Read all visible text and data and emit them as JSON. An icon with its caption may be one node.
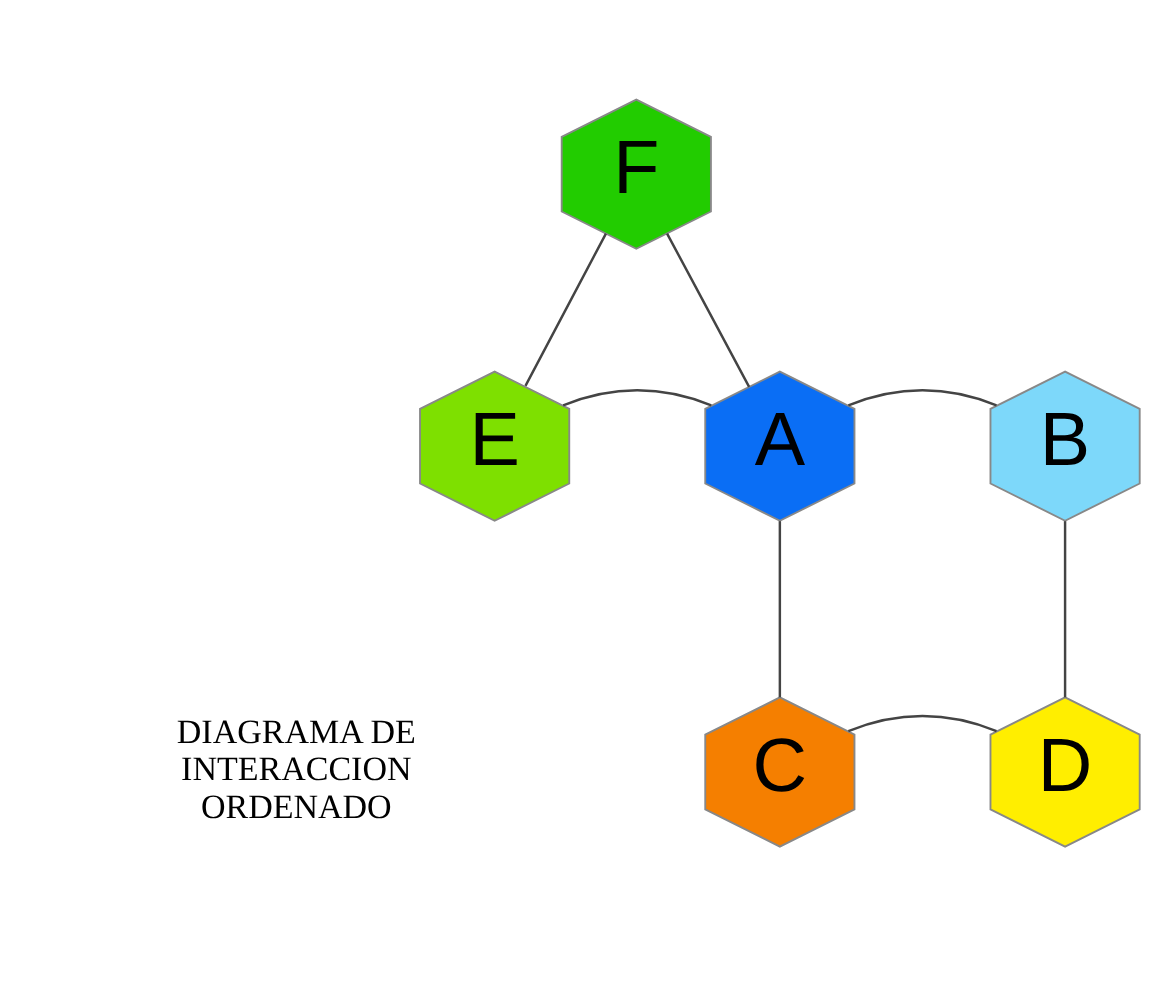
{
  "diagram": {
    "nodes": [
      {
        "text": [
          "F"
        ]
      },
      {
        "text": [
          "E"
        ]
      },
      {
        "text": [
          "A"
        ]
      },
      {
        "text": [
          "B"
        ]
      },
      {
        "text": [
          "C"
        ]
      },
      {
        "text": [
          "D"
        ]
      }
    ],
    "edges": [
      {
        "from": 0,
        "to": 1,
        "arrow": "none"
      },
      {
        "from": 0,
        "to": 2,
        "arrow": "none"
      },
      {
        "from": 1,
        "to": 2,
        "arrow": "none"
      },
      {
        "from": 2,
        "to": 3,
        "arrow": "none"
      },
      {
        "from": 2,
        "to": 4,
        "arrow": "none"
      },
      {
        "from": 3,
        "to": 5,
        "arrow": "none"
      },
      {
        "from": 4,
        "to": 5,
        "arrow": "none"
      }
    ],
    "labels": [
      "DIAGRAMA DE INTERACCION ORDENADO"
    ]
  }
}
